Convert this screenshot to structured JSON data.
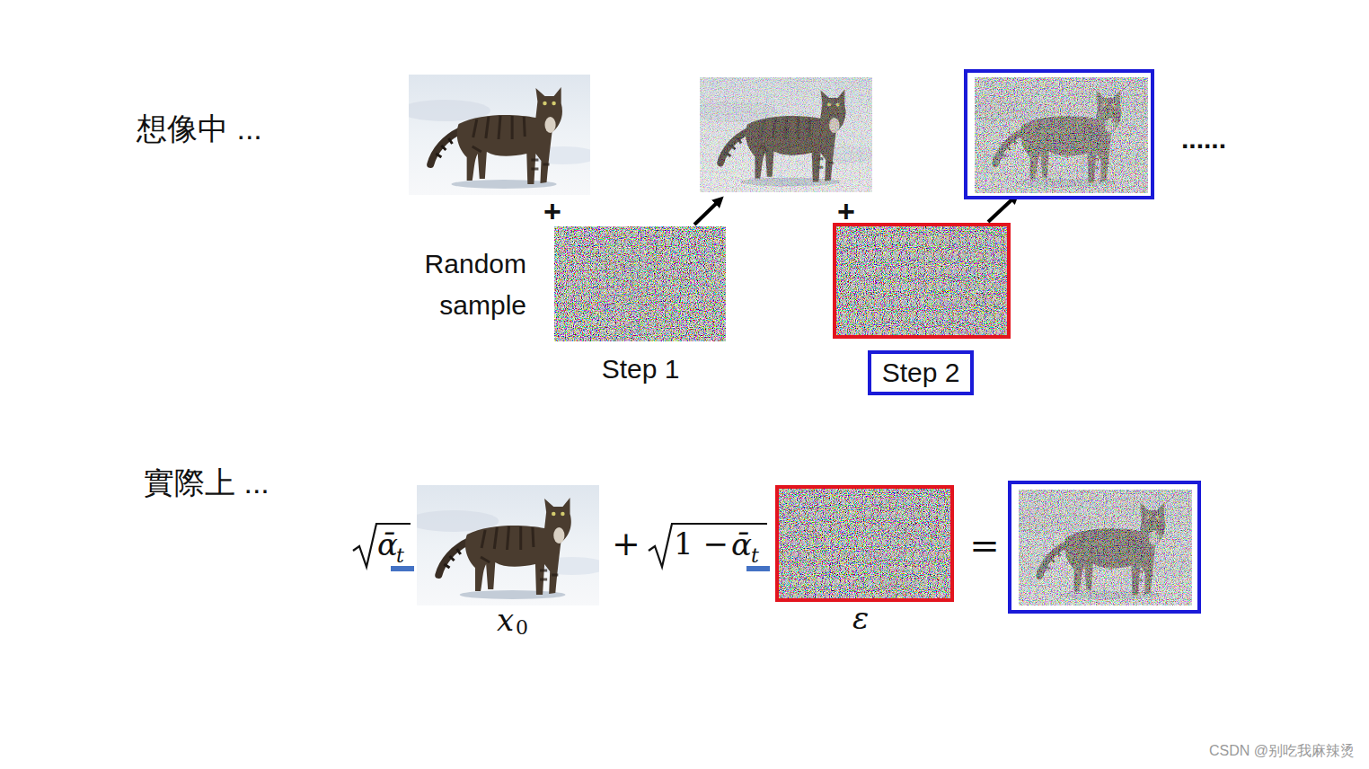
{
  "diagram": {
    "nodes": [
      {
        "text": [
          "Step 2"
        ]
      }
    ],
    "labels": [
      "想像中 ...",
      "+",
      "Random sample",
      "Step 1",
      "+",
      "......",
      "實際上 ...",
      "ᾱ",
      "t",
      "x",
      "0",
      "+",
      "1 −",
      "ᾱ",
      "t",
      "ε",
      "=",
      "CSDN @别吃我麻辣烫"
    ]
  }
}
